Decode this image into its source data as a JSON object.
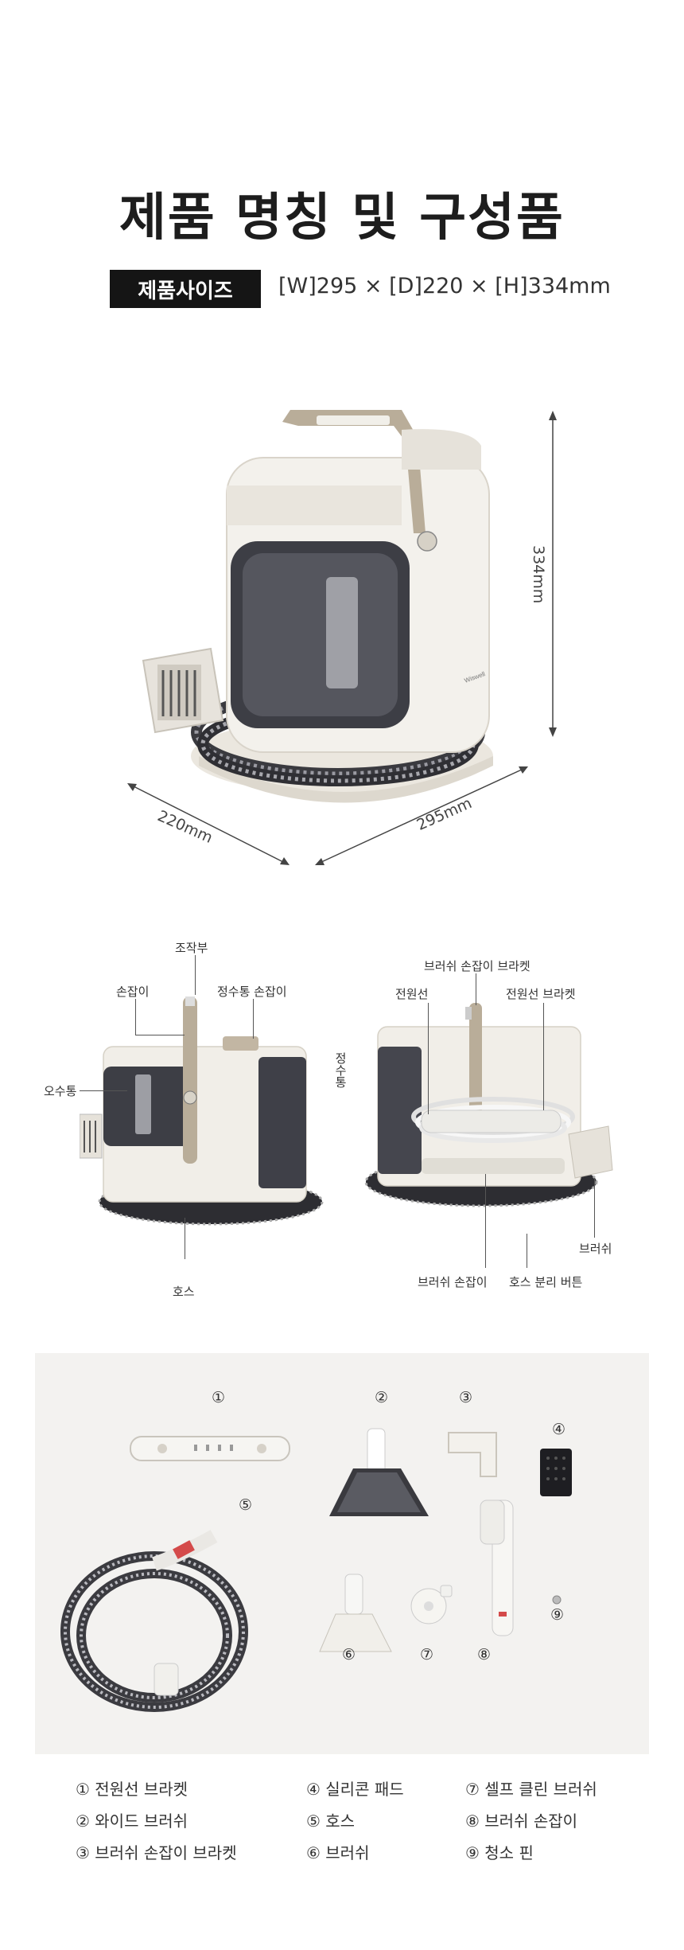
{
  "header": {
    "title": "제품 명칭 및 구성품",
    "size_badge": "제품사이즈",
    "size_text": "[W]295 × [D]220 × [H]334mm"
  },
  "dimensions": {
    "height": "334mm",
    "depth": "220mm",
    "width": "295mm"
  },
  "parts_front": {
    "control": "조작부",
    "handle": "손잡이",
    "clean_tank_handle": "정수통 손잡이",
    "dirty_tank": "오수통",
    "hose": "호스",
    "clean_tank": "정수통"
  },
  "parts_back": {
    "brush_handle_bracket": "브러쉬 손잡이 브라켓",
    "power_cord": "전원선",
    "power_cord_bracket": "전원선 브라켓",
    "brush": "브러쉬",
    "brush_handle": "브러쉬 손잡이",
    "hose_release": "호스 분리 버튼"
  },
  "product_brand": "Wiswell",
  "components": {
    "numbers": [
      "①",
      "②",
      "③",
      "④",
      "⑤",
      "⑥",
      "⑦",
      "⑧",
      "⑨"
    ],
    "legend": [
      "① 전원선 브라켓",
      "② 와이드 브러쉬",
      "③ 브러쉬 손잡이 브라켓",
      "④ 실리콘 패드",
      "⑤ 호스",
      "⑥ 브러쉬",
      "⑦ 셀프 클린 브러쉬",
      "⑧ 브러쉬 손잡이",
      "⑨ 청소 핀"
    ]
  }
}
